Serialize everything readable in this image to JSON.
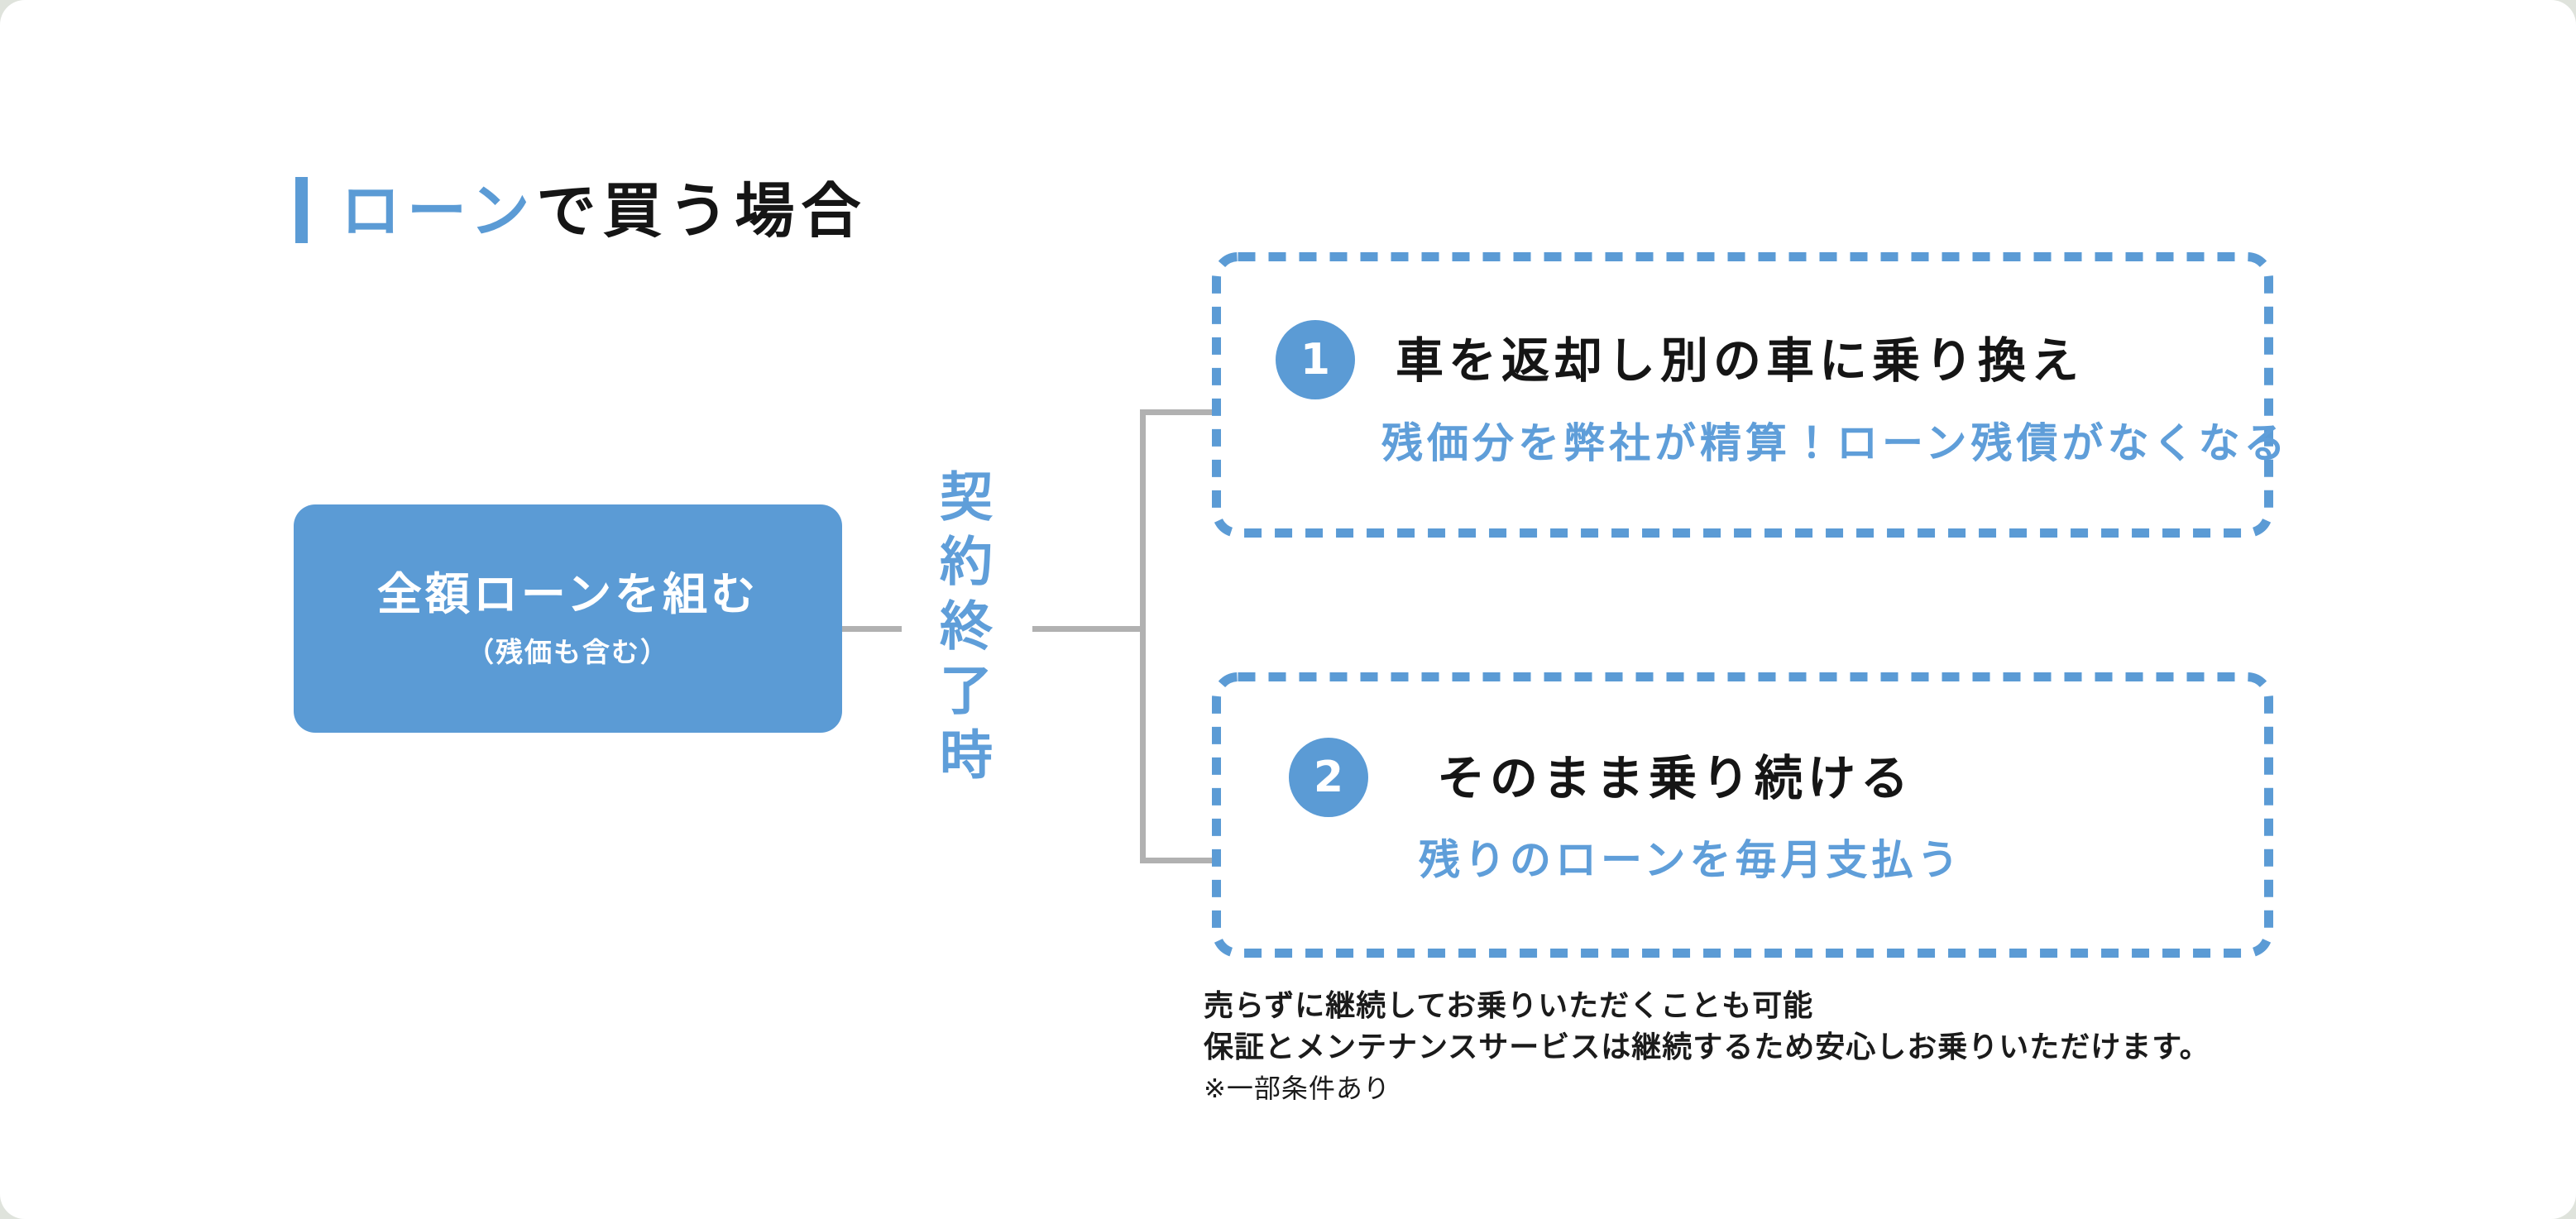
{
  "colors": {
    "blue": "#5b9bd5",
    "blue_text": "#5f9ed9",
    "gray_line": "#b1b1b1",
    "dark": "#151515",
    "page_bg": "#dfe3dc",
    "card_bg": "#ffffff"
  },
  "title": {
    "highlight": "ローン",
    "rest": "で買う場合"
  },
  "root_box": {
    "label": "全額ローンを組む",
    "sublabel": "（残価も含む）"
  },
  "branch_label": "契約終了時",
  "options": [
    {
      "number": "1",
      "heading": "車を返却し別の車に乗り換え",
      "description": "残価分を弊社が精算！ローン残債がなくなる"
    },
    {
      "number": "2",
      "heading": "そのまま乗り続ける",
      "description": "残りのローンを毎月支払う"
    }
  ],
  "notes": [
    "売らずに継続してお乗りいただくことも可能",
    "保証とメンテナンスサービスは継続するため安心しお乗りいただけます。",
    "※一部条件あり"
  ]
}
